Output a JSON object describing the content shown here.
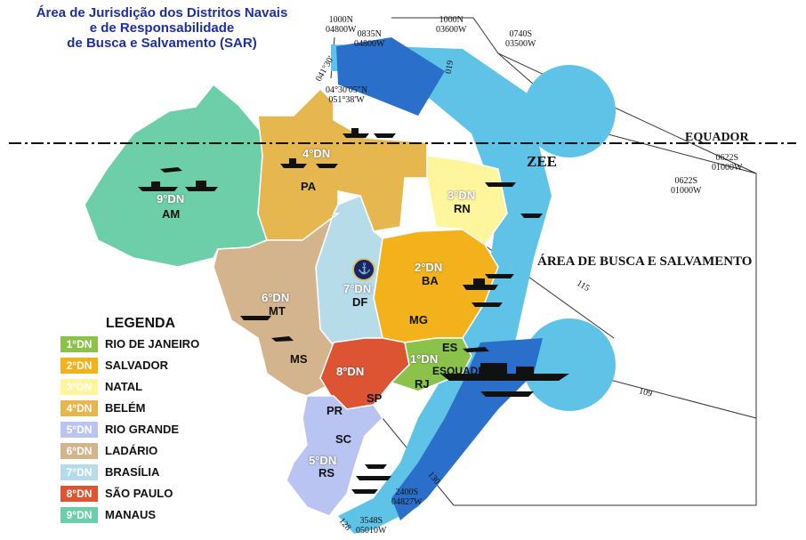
{
  "title_lines": [
    "Área de Jurisdição dos Distritos Navais",
    "e de Responsabilidade",
    "de Busca e Salvamento (SAR)"
  ],
  "colors": {
    "dn1": "#8bc34a",
    "dn2": "#f3b21b",
    "dn3": "#fff59d",
    "dn4": "#e6b74e",
    "dn5": "#b9c4f2",
    "dn6": "#d3b48c",
    "dn7": "#b6dbe9",
    "dn8": "#dd5433",
    "dn9": "#6ccfaa",
    "zee": "#5fc3e8",
    "sar_dark": "#2a6fc9",
    "title": "#1d2ea3"
  },
  "legend": {
    "title": "LEGENDA",
    "items": [
      {
        "code": "1°DN",
        "name": "RIO DE JANEIRO",
        "color": "#8bc34a"
      },
      {
        "code": "2°DN",
        "name": "SALVADOR",
        "color": "#f3b21b"
      },
      {
        "code": "3°DN",
        "name": "NATAL",
        "color": "#fff59d"
      },
      {
        "code": "4°DN",
        "name": "BELÉM",
        "color": "#e6b74e"
      },
      {
        "code": "5°DN",
        "name": "RIO GRANDE",
        "color": "#b9c4f2"
      },
      {
        "code": "6°DN",
        "name": "LADÁRIO",
        "color": "#d3b48c"
      },
      {
        "code": "7°DN",
        "name": "BRASÍLIA",
        "color": "#b6dbe9"
      },
      {
        "code": "8°DN",
        "name": "SÃO PAULO",
        "color": "#dd5433"
      },
      {
        "code": "9°DN",
        "name": "MANAUS",
        "color": "#6ccfaa"
      }
    ]
  },
  "coords": {
    "c1000n_04800w": [
      "1000N",
      "04800W"
    ],
    "c0835n": [
      "0835N",
      "04800W"
    ],
    "c1000n_03600w": [
      "1000N",
      "03600W"
    ],
    "c0740s": [
      "0740S",
      "03500W"
    ],
    "c0622s_a": [
      "0622S",
      "01000W"
    ],
    "c0622s_b": [
      "0622S",
      "01000W"
    ],
    "c0430": [
      "04°30'05\"N",
      "051°38'W"
    ],
    "c2400s": [
      "2400S",
      "04827W"
    ],
    "c3548s": [
      "3548S",
      "05010W"
    ]
  },
  "labels": {
    "equador": "EQUADOR",
    "zee": "ZEE",
    "area_sar": "ÁREA DE BUSCA E SALVAMENTO",
    "esquadra": "ESQUADRA"
  },
  "line_labels": {
    "l041": "041°30'",
    "l019": "019",
    "l115": "115",
    "l109": "109",
    "l130": "130",
    "l128": "128"
  },
  "states": {
    "am": "AM",
    "pa": "PA",
    "rn": "RN",
    "ba": "BA",
    "mg": "MG",
    "df": "DF",
    "mt": "MT",
    "ms": "MS",
    "sp": "SP",
    "rj": "RJ",
    "es": "ES",
    "pr": "PR",
    "sc": "SC",
    "rs": "RS"
  },
  "districts": {
    "dn9": "9°DN",
    "dn4": "4°DN",
    "dn3": "3°DN",
    "dn2": "2°DN",
    "dn7": "7°DN",
    "dn6": "6°DN",
    "dn8": "8°DN",
    "dn1": "1°DN",
    "dn5": "5°DN"
  }
}
